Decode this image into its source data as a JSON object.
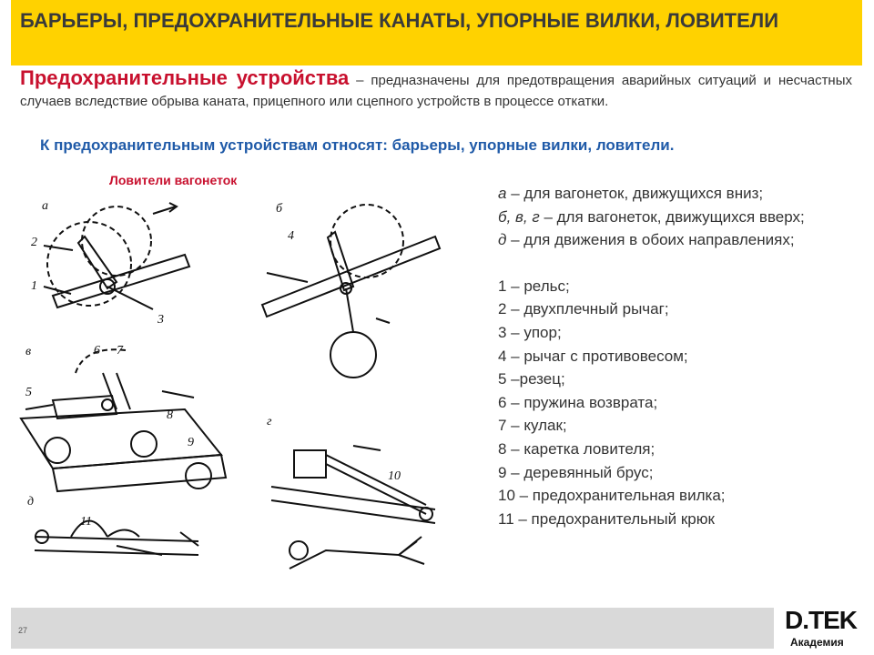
{
  "header": {
    "title": "БАРЬЕРЫ, ПРЕДОХРАНИТЕЛЬНЫЕ КАНАТЫ, УПОРНЫЕ ВИЛКИ, ЛОВИТЕЛИ"
  },
  "intro": {
    "term": "Предохранительные устройства",
    "text": " – предназначены для предотвращения аварийных ситуаций и несчастных случаев вследствие обрыва каната, прицепного или сцепного устройств в процессе откатки."
  },
  "subheading": "К предохранительным устройствам относят: барьеры, упорные вилки, ловители.",
  "figure": {
    "caption": "Ловители вагонеток",
    "panel_labels": [
      "а",
      "б",
      "в",
      "г",
      "д"
    ],
    "part_numbers": [
      "1",
      "2",
      "3",
      "4",
      "5",
      "6",
      "7",
      "8",
      "9",
      "10",
      "11"
    ]
  },
  "legend": {
    "types": [
      {
        "key": "а",
        "text": " – для вагонеток, движущихся вниз;"
      },
      {
        "key": "б, в, г",
        "text": " – для вагонеток, движущихся вверх;"
      },
      {
        "key": "д",
        "text": " – для движения в обоих направлениях;"
      }
    ],
    "parts": [
      "1 – рельс;",
      "2 – двухплечный рычаг;",
      "3 – упор;",
      "4 – рычаг с противовесом;",
      "5 –резец;",
      "6 – пружина возврата;",
      "7 – кулак;",
      "8 – каретка ловителя;",
      "9 – деревянный брус;",
      "10 – предохранительная вилка;",
      "11 – предохранительный крюк"
    ]
  },
  "footer": {
    "page_number": "27",
    "logo_main": "D.TEK",
    "logo_sub": "Академия"
  },
  "colors": {
    "header_bg": "#ffd200",
    "accent_red": "#c8102e",
    "accent_blue": "#1f5aa8",
    "footer_bg": "#d9d9d9"
  }
}
